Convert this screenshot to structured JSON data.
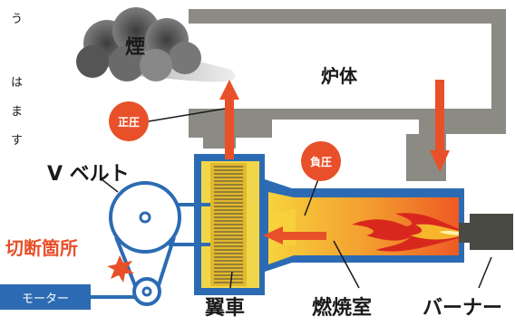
{
  "side_text": [
    "う",
    "は",
    "ま",
    "す"
  ],
  "labels": {
    "smoke": "煙",
    "furnace": "炉体",
    "positive_pressure": "正圧",
    "negative_pressure": "負圧",
    "v_belt": "V ベルト",
    "cut_point": "切断箇所",
    "motor": "モーター",
    "impeller": "翼車",
    "combustion_chamber": "燃焼室",
    "burner": "バーナー"
  },
  "colors": {
    "wall": "#8b8b84",
    "blue": "#2c6bb3",
    "arrow": "#e8502a",
    "impeller_fill": "#f2d64a",
    "chamber_hot": "#f06a2a",
    "chamber_warm": "#f7c33a",
    "burner": "#4a4a44",
    "smoke": "#5a5a5a",
    "cut_label": "#e8502a"
  }
}
